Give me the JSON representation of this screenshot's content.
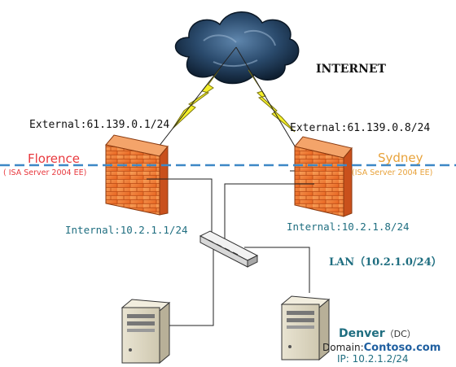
{
  "internet": {
    "label": "INTERNET"
  },
  "sites": {
    "florence": {
      "name": "Florence",
      "sub": "( ISA Server 2004 EE)",
      "external": "External:61.139.0.1/24",
      "internal": "Internal:10.2.1.1/24",
      "color": "#e8383d"
    },
    "sydney": {
      "name": "Sydney",
      "sub": "(ISA Server 2004 EE)",
      "external": "External:61.139.0.8/24",
      "internal": "Internal:10.2.1.8/24",
      "color": "#e8a23a"
    }
  },
  "lan": {
    "label": "LAN（10.2.1.0/24）"
  },
  "denver": {
    "name": "Denver",
    "role": "（DC）",
    "domain_prefix": "Domain:",
    "domain": "Contoso.com",
    "ip": "IP:  10.2.1.2/24"
  },
  "colors": {
    "firewall": "#f07a3a",
    "firewall_dark": "#c9501c",
    "divider": "#3d88c6",
    "lightning": "#f5f02a",
    "cloud": "#1c3550",
    "label_blue": "#1f6e80"
  },
  "icons": {
    "cloud": "internet-cloud-icon",
    "firewall": "firewall-icon",
    "switch": "switch-icon",
    "server": "server-icon",
    "lightning": "lightning-icon"
  }
}
